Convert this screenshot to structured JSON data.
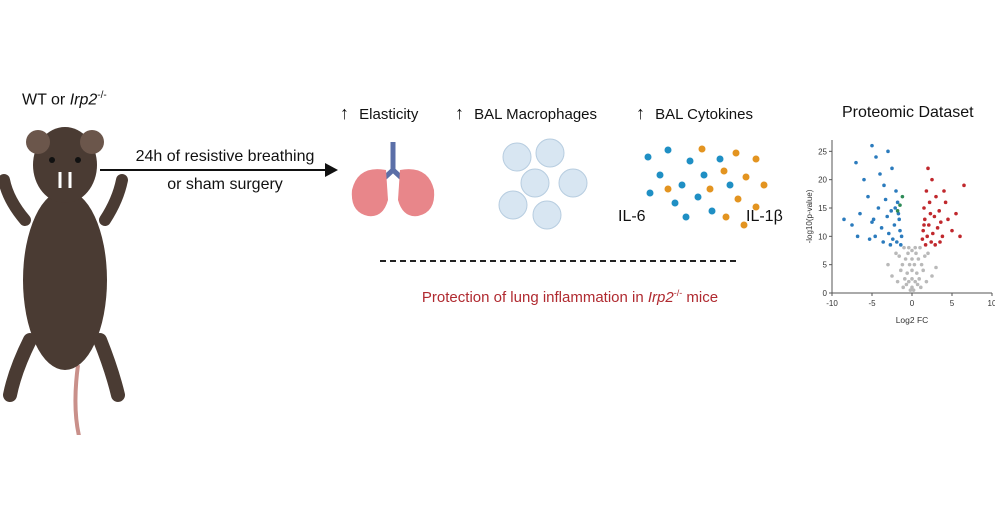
{
  "mouse": {
    "label_prefix": "WT or ",
    "gene": "Irp2",
    "superscript": "-/-"
  },
  "treatment": {
    "line1": "24h of resistive breathing",
    "line2": "or sham surgery"
  },
  "outcomes": [
    {
      "arrow": "↑",
      "label": "Elasticity"
    },
    {
      "arrow": "↑",
      "label": "BAL Macrophages"
    },
    {
      "arrow": "↑",
      "label": "BAL Cytokines"
    }
  ],
  "cytokines": {
    "left": "IL-6",
    "right": "IL-1β"
  },
  "conclusion": {
    "prefix": "Protection of lung inflammation in ",
    "gene": "Irp2",
    "superscript": "-/-",
    "suffix": " mice"
  },
  "colors": {
    "conclusion": "#b02a30",
    "up": "#c0282d",
    "down": "#2b7bbd",
    "ns": "#b9b9b9",
    "sig_green": "#2e8b57",
    "mouse": "#4a3b33",
    "lung": "#e8868a",
    "cyto_blue": "#1f8fc4",
    "cyto_orange": "#e39420"
  },
  "chart_data": {
    "type": "scatter",
    "title": "Proteomic Dataset",
    "xlabel": "Log2 FC",
    "ylabel": "-log10(p-value)",
    "xlim": [
      -10,
      10
    ],
    "ylim": [
      0,
      27
    ],
    "xticks": [
      "-10",
      "-5",
      "0",
      "5",
      "10"
    ],
    "yticks": [
      "0",
      "5",
      "10",
      "15",
      "20",
      "25"
    ],
    "series": [
      {
        "name": "",
        "color": "#2b7bbd",
        "points": [
          [
            -5,
            26
          ],
          [
            -4.5,
            24
          ],
          [
            -3,
            25
          ],
          [
            -2.5,
            22
          ],
          [
            -4,
            21
          ],
          [
            -6,
            20
          ],
          [
            -3.5,
            19
          ],
          [
            -2,
            18
          ],
          [
            -5.5,
            17
          ],
          [
            -7,
            23
          ],
          [
            -1.8,
            16
          ],
          [
            -4.2,
            15
          ],
          [
            -2.6,
            14.5
          ],
          [
            -6.5,
            14
          ],
          [
            -3.1,
            13.5
          ],
          [
            -1.6,
            13
          ],
          [
            -5,
            12.5
          ],
          [
            -2.2,
            12
          ],
          [
            -7.5,
            12
          ],
          [
            -3.8,
            11.5
          ],
          [
            -1.5,
            11
          ],
          [
            -2.9,
            10.5
          ],
          [
            -4.6,
            10
          ],
          [
            -6.8,
            10
          ],
          [
            -1.3,
            10
          ],
          [
            -2.4,
            9.5
          ],
          [
            -3.6,
            9
          ],
          [
            -1.9,
            9
          ],
          [
            -5.3,
            9.5
          ],
          [
            -2.7,
            8.5
          ],
          [
            -1.4,
            8.5
          ],
          [
            -8.5,
            13
          ],
          [
            -3.3,
            16.5
          ],
          [
            -2.1,
            15
          ],
          [
            -4.8,
            13
          ],
          [
            -1.7,
            14
          ]
        ]
      },
      {
        "name": "",
        "color": "#c0282d",
        "points": [
          [
            2,
            22
          ],
          [
            2.5,
            20
          ],
          [
            1.8,
            18
          ],
          [
            3,
            17
          ],
          [
            2.2,
            16
          ],
          [
            4,
            18
          ],
          [
            1.5,
            15
          ],
          [
            3.4,
            14.5
          ],
          [
            2.8,
            13.5
          ],
          [
            1.6,
            13
          ],
          [
            4.5,
            13
          ],
          [
            2.1,
            12
          ],
          [
            3.2,
            11.5
          ],
          [
            1.4,
            11
          ],
          [
            5,
            11
          ],
          [
            2.6,
            10.5
          ],
          [
            1.9,
            10
          ],
          [
            3.8,
            10
          ],
          [
            6,
            10
          ],
          [
            1.3,
            9.5
          ],
          [
            2.4,
            9
          ],
          [
            3.5,
            9
          ],
          [
            1.7,
            8.5
          ],
          [
            2.9,
            8.5
          ],
          [
            6.5,
            19
          ],
          [
            5.5,
            14
          ],
          [
            4.2,
            16
          ],
          [
            2.3,
            14
          ],
          [
            1.5,
            12
          ],
          [
            3.6,
            12.5
          ]
        ]
      },
      {
        "name": "",
        "color": "#2e8b57",
        "points": [
          [
            -1.2,
            17
          ],
          [
            -1.5,
            15.5
          ],
          [
            -1.8,
            14.5
          ]
        ]
      },
      {
        "name": "",
        "color": "#b9b9b9",
        "points": [
          [
            -1,
            8
          ],
          [
            -0.5,
            7
          ],
          [
            0,
            6
          ],
          [
            0.5,
            7
          ],
          [
            1,
            8
          ],
          [
            -0.8,
            6
          ],
          [
            0.8,
            6
          ],
          [
            -0.3,
            5
          ],
          [
            0.3,
            5
          ],
          [
            -1.2,
            5
          ],
          [
            1.2,
            5
          ],
          [
            0,
            4
          ],
          [
            -0.6,
            3.5
          ],
          [
            0.6,
            3.5
          ],
          [
            -1.4,
            4
          ],
          [
            1.4,
            4
          ],
          [
            0,
            2.5
          ],
          [
            -0.4,
            2
          ],
          [
            0.4,
            2
          ],
          [
            -0.9,
            2.5
          ],
          [
            0.9,
            2.5
          ],
          [
            0,
            1
          ],
          [
            -0.2,
            0.5
          ],
          [
            0.2,
            0.5
          ],
          [
            -1.6,
            6.5
          ],
          [
            1.6,
            6.5
          ],
          [
            -2,
            7
          ],
          [
            2,
            7
          ],
          [
            -0.7,
            1.5
          ],
          [
            0.7,
            1.5
          ],
          [
            -1.1,
            1
          ],
          [
            1.1,
            1
          ],
          [
            0,
            7.5
          ],
          [
            -0.4,
            8
          ],
          [
            0.4,
            8
          ],
          [
            -2.5,
            3
          ],
          [
            2.5,
            3
          ],
          [
            -3,
            5
          ],
          [
            3,
            4.5
          ],
          [
            -1.8,
            2
          ],
          [
            1.8,
            2
          ]
        ]
      }
    ]
  }
}
